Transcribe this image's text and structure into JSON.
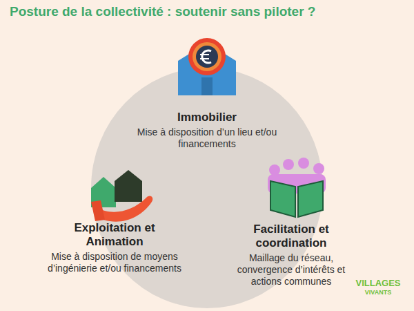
{
  "diagram": {
    "title": "Posture de la collectivité : soutenir sans piloter ?",
    "nodes": [
      {
        "text": [
          "Immobilier",
          "Mise à disposition d’un lieu et/ou financements"
        ]
      },
      {
        "text": [
          "Exploitation et Animation",
          "Mise à disposition de moyens d’ingénierie et/ou financements"
        ]
      },
      {
        "text": [
          "Facilitation et coordination",
          "Maillage du réseau, convergence d’intérêts et actions communes"
        ]
      }
    ],
    "labels": [
      "VILLAGES",
      "VIVANTS"
    ]
  }
}
